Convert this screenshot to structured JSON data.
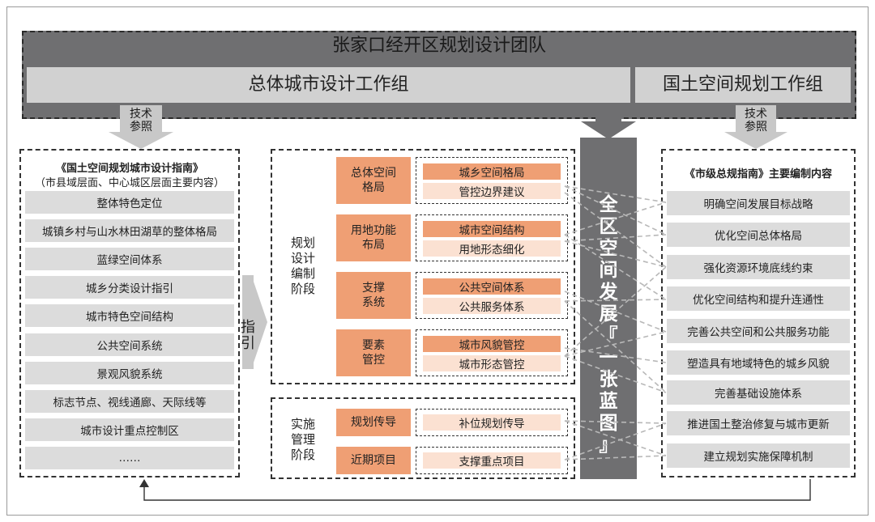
{
  "team_title": "张家口经开区规划设计团队",
  "group_left": "总体城市设计工作组",
  "group_right": "国土空间规划工作组",
  "ref_label_left": [
    "技术",
    "参照"
  ],
  "ref_label_right": [
    "技术",
    "参照"
  ],
  "guide_label": [
    "指",
    "引"
  ],
  "left_panel": {
    "title": "《国土空间规划城市设计指南》",
    "subtitle": "（市县域层面、中心城区层面主要内容）",
    "items": [
      "整体特色定位",
      "城镇乡村与山水林田湖草的整体格局",
      "蓝绿空间体系",
      "城乡分类设计指引",
      "城市特色空间结构",
      "公共空间系统",
      "景观风貌系统",
      "标志节点、视线通廊、天际线等",
      "城市设计重点控制区",
      "……"
    ]
  },
  "stage_design": [
    "规划",
    "设计",
    "编制",
    "阶段"
  ],
  "stage_impl": [
    "实施",
    "管理",
    "阶段"
  ],
  "design_blocks": [
    {
      "label": [
        "总体空间",
        "格局"
      ],
      "items": [
        "城乡空间格局",
        "管控边界建议"
      ]
    },
    {
      "label": [
        "用地功能",
        "布局"
      ],
      "items": [
        "城市空间结构",
        "用地形态细化"
      ]
    },
    {
      "label": [
        "支撑",
        "系统"
      ],
      "items": [
        "公共空间体系",
        "公共服务体系"
      ]
    },
    {
      "label": [
        "要素",
        "管控"
      ],
      "items": [
        "城市风貌管控",
        "城市形态管控"
      ]
    }
  ],
  "impl_blocks": [
    {
      "label": "规划传导",
      "item": "补位规划传导"
    },
    {
      "label": "近期项目",
      "item": "支撑重点项目"
    }
  ],
  "vertical_bar_text": [
    "全",
    "区",
    "空",
    "间",
    "发",
    "展",
    "『",
    "一",
    "张",
    "蓝",
    "图",
    "』"
  ],
  "right_panel": {
    "title": "《市级总规指南》主要编制内容",
    "items": [
      "明确空间发展目标战略",
      "优化空间总体格局",
      "强化资源环境底线约束",
      "优化空间结构和提升连通性",
      "完善公共空间和公共服务功能",
      "塑造具有地域特色的城乡风貌",
      "完善基础设施体系",
      "推进国土整治修复与城市更新",
      "建立规划实施保障机制"
    ]
  },
  "colors": {
    "dark_gray": "#6f6f71",
    "light_gray": "#d1d1d1",
    "orange": "#ef9f74",
    "light_orange": "#fbe1d2"
  }
}
